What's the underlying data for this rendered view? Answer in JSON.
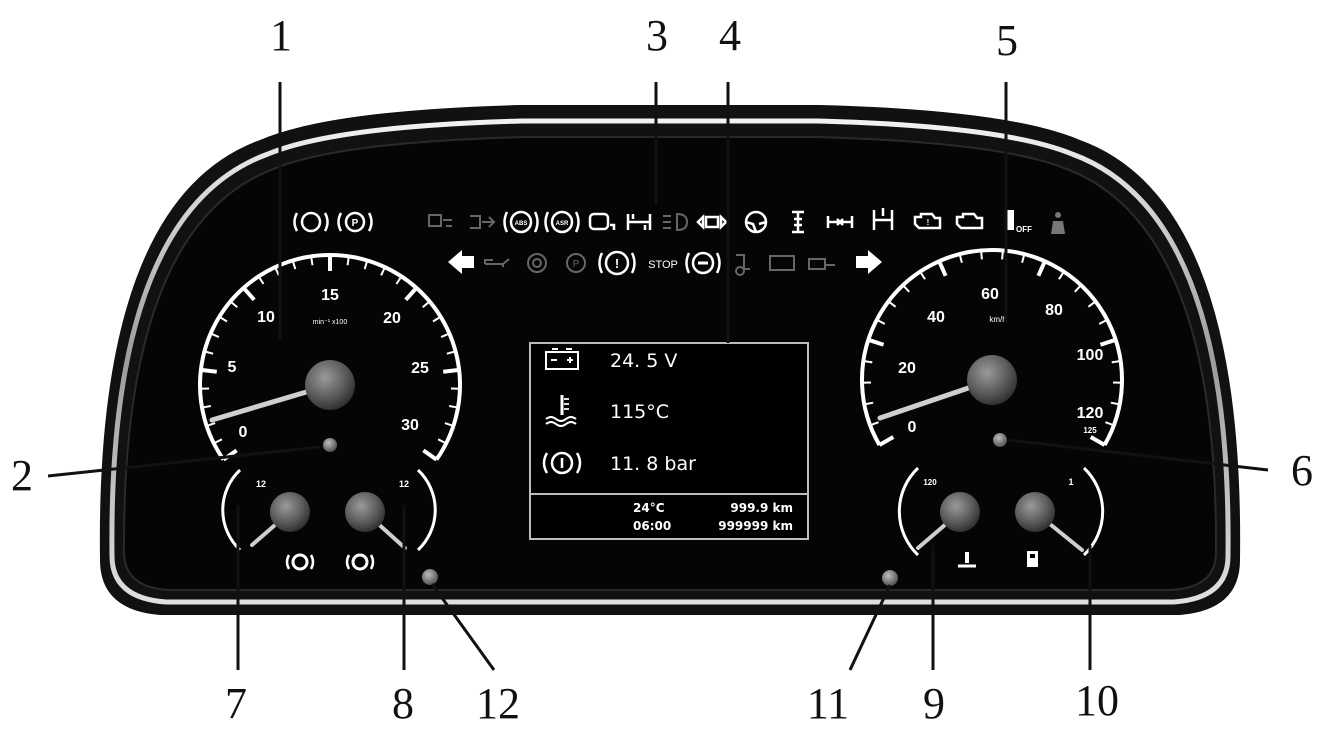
{
  "callouts": [
    {
      "id": "1",
      "label": "1"
    },
    {
      "id": "2",
      "label": "2"
    },
    {
      "id": "3",
      "label": "3"
    },
    {
      "id": "4",
      "label": "4"
    },
    {
      "id": "5",
      "label": "5"
    },
    {
      "id": "6",
      "label": "6"
    },
    {
      "id": "7",
      "label": "7"
    },
    {
      "id": "8",
      "label": "8"
    },
    {
      "id": "9",
      "label": "9"
    },
    {
      "id": "10",
      "label": "10"
    },
    {
      "id": "11",
      "label": "11"
    },
    {
      "id": "12",
      "label": "12"
    }
  ],
  "tachometer": {
    "ticks": [
      "0",
      "5",
      "10",
      "15",
      "20",
      "25",
      "30"
    ],
    "unit": "min⁻¹ x100"
  },
  "speedometer": {
    "ticks": [
      "0",
      "20",
      "40",
      "60",
      "80",
      "100",
      "120",
      "125"
    ],
    "unit": "km/h"
  },
  "small_gauges": {
    "left_a_max": "12",
    "left_b_max": "12",
    "right_a_max": "120",
    "right_b_max": "1"
  },
  "lcd": {
    "voltage": "24. 5 V",
    "coolant_temp": "115°C",
    "brake_pressure": "11. 8 bar",
    "outside_temp": "24°C",
    "trip": "999.9 km",
    "clock": "06:00",
    "odometer": "999999 km"
  },
  "warning_lights": {
    "stop_label": "STOP",
    "off_label": "OFF"
  },
  "colors": {
    "bezel": "#161616",
    "face": "#050505",
    "chrome": "#d9d9d9",
    "needle": "#d8d8d8",
    "indicator_dot": "#8a8a8a"
  }
}
